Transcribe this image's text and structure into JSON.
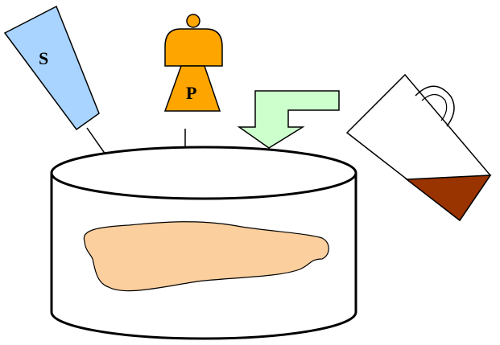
{
  "labels": {
    "s": "S",
    "p": "P"
  },
  "colors": {
    "shaker": "#a8d4ff",
    "weight": "#ffa500",
    "chute": "#ccffcc",
    "liquid": "#993300",
    "blob": "#fccf9e",
    "outline": "#000000",
    "background": "#ffffff"
  },
  "icons": {
    "shaker": "salt-shaker",
    "weight": "pepper-weight",
    "chute": "down-arrow-chute",
    "jug": "pouring-jug",
    "dish": "dish-container",
    "food": "food-blob"
  }
}
